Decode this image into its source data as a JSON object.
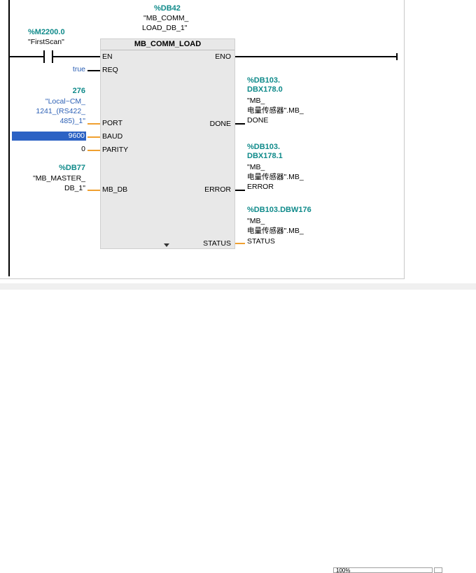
{
  "instance": {
    "address": "%DB42",
    "name_line1": "\"MB_COMM_",
    "name_line2": "LOAD_DB_1\""
  },
  "contact": {
    "address": "%M2200.0",
    "name": "\"FirstScan\""
  },
  "block": {
    "title": "MB_COMM_LOAD",
    "pins_in": {
      "en": "EN",
      "req": "REQ",
      "port": "PORT",
      "baud": "BAUD",
      "parity": "PARITY",
      "mb_db": "MB_DB"
    },
    "pins_out": {
      "eno": "ENO",
      "done": "DONE",
      "error": "ERROR",
      "status": "STATUS"
    }
  },
  "inputs": {
    "req": "true",
    "port_value": "276",
    "port_l1": "\"Local~CM_",
    "port_l2": "1241_(RS422_",
    "port_l3": "485)_1\"",
    "baud": "9600",
    "parity": "0",
    "mb_db_addr": "%DB77",
    "mb_db_l1": "\"MB_MASTER_",
    "mb_db_l2": "DB_1\""
  },
  "outputs": {
    "done_addr_l1": "%DB103.",
    "done_addr_l2": "DBX178.0",
    "done_l1": "\"MB_",
    "done_l2": "电量传感器\".MB_",
    "done_l3": "DONE",
    "error_addr_l1": "%DB103.",
    "error_addr_l2": "DBX178.1",
    "error_l1": "\"MB_",
    "error_l2": "电量传感器\".MB_",
    "error_l3": "ERROR",
    "status_addr": "%DB103.DBW176",
    "status_l1": "\"MB_",
    "status_l2": "电量传感器\".MB_",
    "status_l3": "STATUS"
  },
  "statusbar": {
    "zoom": "100%"
  },
  "colors": {
    "address": "#0f8a8a",
    "constant": "#2b5fb5",
    "pin_wire": "#f0a030",
    "selection": "#2c62c4"
  }
}
